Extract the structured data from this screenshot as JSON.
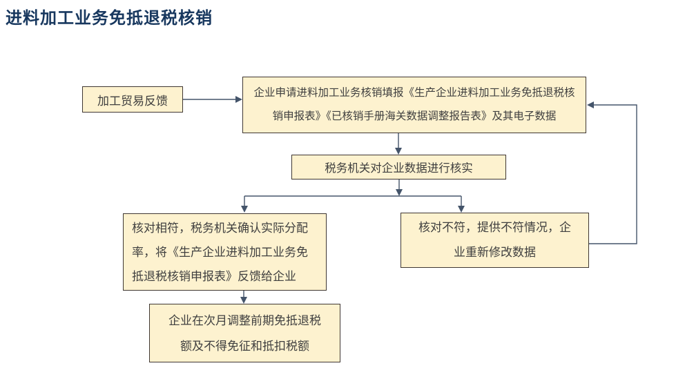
{
  "title": "进料加工业务免抵退税核销",
  "colors": {
    "box-fill": "#fdf2cf",
    "box-border": "#3e3631",
    "line-color": "#44546a",
    "title-color": "#17375e",
    "text-color": "#3f3f3f"
  },
  "nodes": {
    "feedback": {
      "label": "加工贸易反馈"
    },
    "apply": {
      "label": "企业申请进料加工业务核销填报《生产企业进料加工业务免抵退税核销申报表》《已核销手册海关数据调整报告表》及其电子数据"
    },
    "verify": {
      "label": "税务机关对企业数据进行核实"
    },
    "match": {
      "label": "核对相符，税务机关确认实际分配率，将《生产企业进料加工业务免抵退税核销申报表》反馈给企业"
    },
    "mismatch": {
      "label": "核对不符，提供不符情况，企业重新修改数据"
    },
    "adjust": {
      "label": "企业在次月调整前期免抵退税额及不得免征和抵扣税额"
    }
  }
}
